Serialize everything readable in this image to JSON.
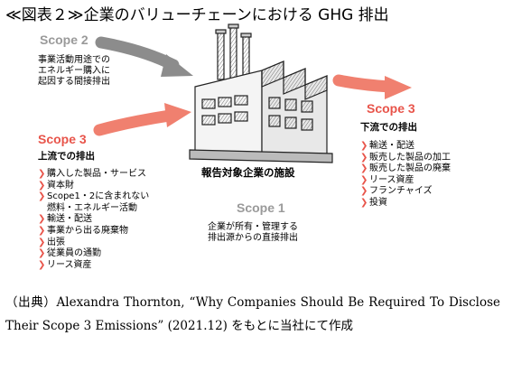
{
  "title": "≪図表２≫企業のバリューチェーンにおける GHG 排出",
  "scope2": {
    "label": "Scope 2",
    "desc": [
      "事業活動用途での",
      "エネルギー購入に",
      "起因する間接排出"
    ]
  },
  "scope3_upstream": {
    "label": "Scope 3",
    "heading": "上流での排出",
    "items": [
      "購入した製品・サービス",
      "資本財",
      "Scope1・2に含まれない",
      "燃料・エネルギー活動",
      "輸送・配送",
      "事業から出る廃棄物",
      "出張",
      "従業員の通勤",
      "リース資産"
    ]
  },
  "scope3_downstream": {
    "label": "Scope 3",
    "heading": "下流での排出",
    "items": [
      "輸送・配送",
      "販売した製品の加工",
      "販売した製品の廃棄",
      "リース資産",
      "フランチャイズ",
      "投資"
    ]
  },
  "facility_label": "報告対象企業の施設",
  "scope1": {
    "label": "Scope 1",
    "desc": [
      "企業が所有・管理する",
      "排出源からの直接排出"
    ]
  },
  "caption": "（出典）Alexandra Thornton, “Why Companies Should Be Required To Disclose Their Scope 3 Emissions” (2021.12) をもとに当社にて作成",
  "colors": {
    "accent_red": "#e8544a",
    "scope_grey": "#9a9a9a",
    "arrow_grey": "#8c8c8c"
  }
}
